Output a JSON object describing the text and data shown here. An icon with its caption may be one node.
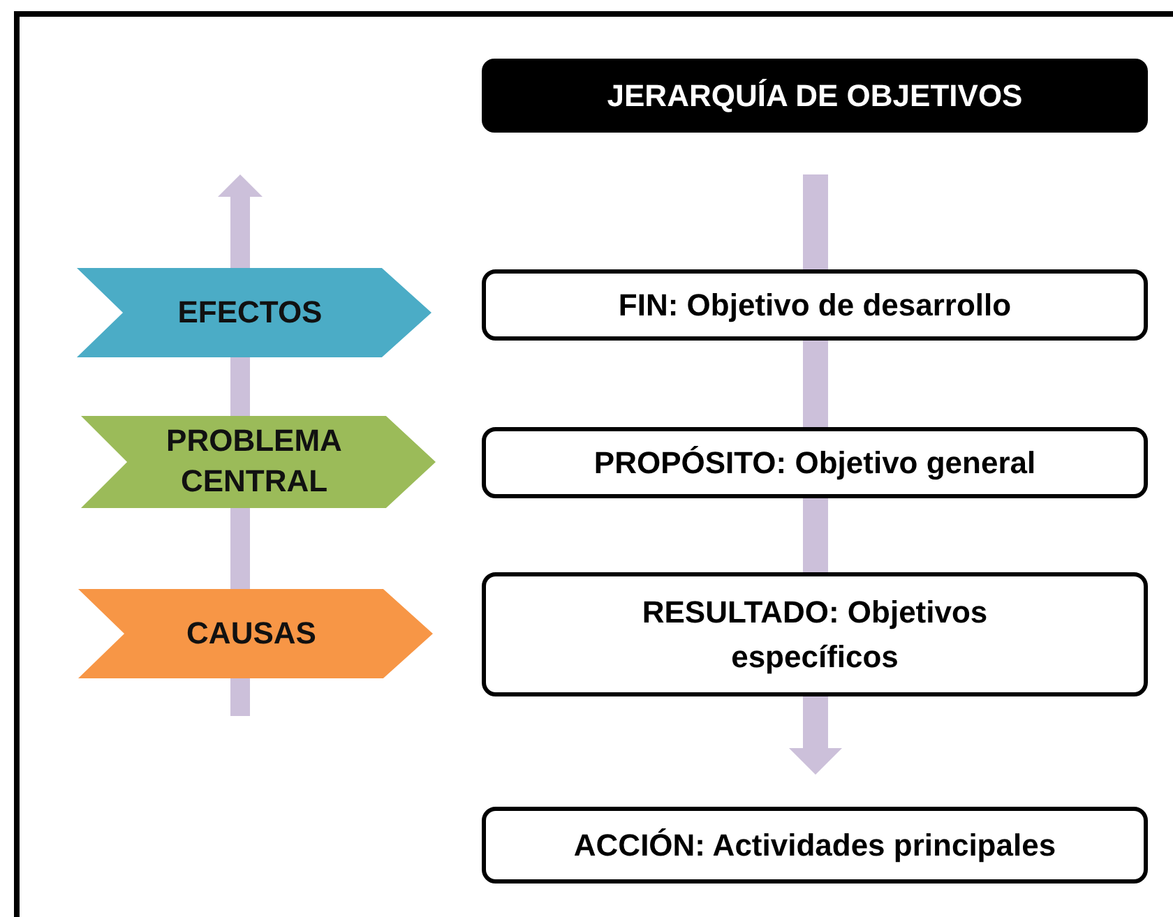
{
  "diagram": {
    "nodes": [
      {
        "text": [
          "JERARQUÍA DE OBJETIVOS"
        ]
      },
      {
        "text": [
          "EFECTOS"
        ]
      },
      {
        "text": [
          "FIN: Objetivo de desarrollo"
        ]
      },
      {
        "text": [
          "PROBLEMA CENTRAL"
        ]
      },
      {
        "text": [
          "PROPÓSITO: Objetivo general"
        ]
      },
      {
        "text": [
          "CAUSAS"
        ]
      },
      {
        "text": [
          "RESULTADO: Objetivos específicos"
        ]
      },
      {
        "text": [
          "ACCIÓN: Actividades principales"
        ]
      }
    ]
  }
}
